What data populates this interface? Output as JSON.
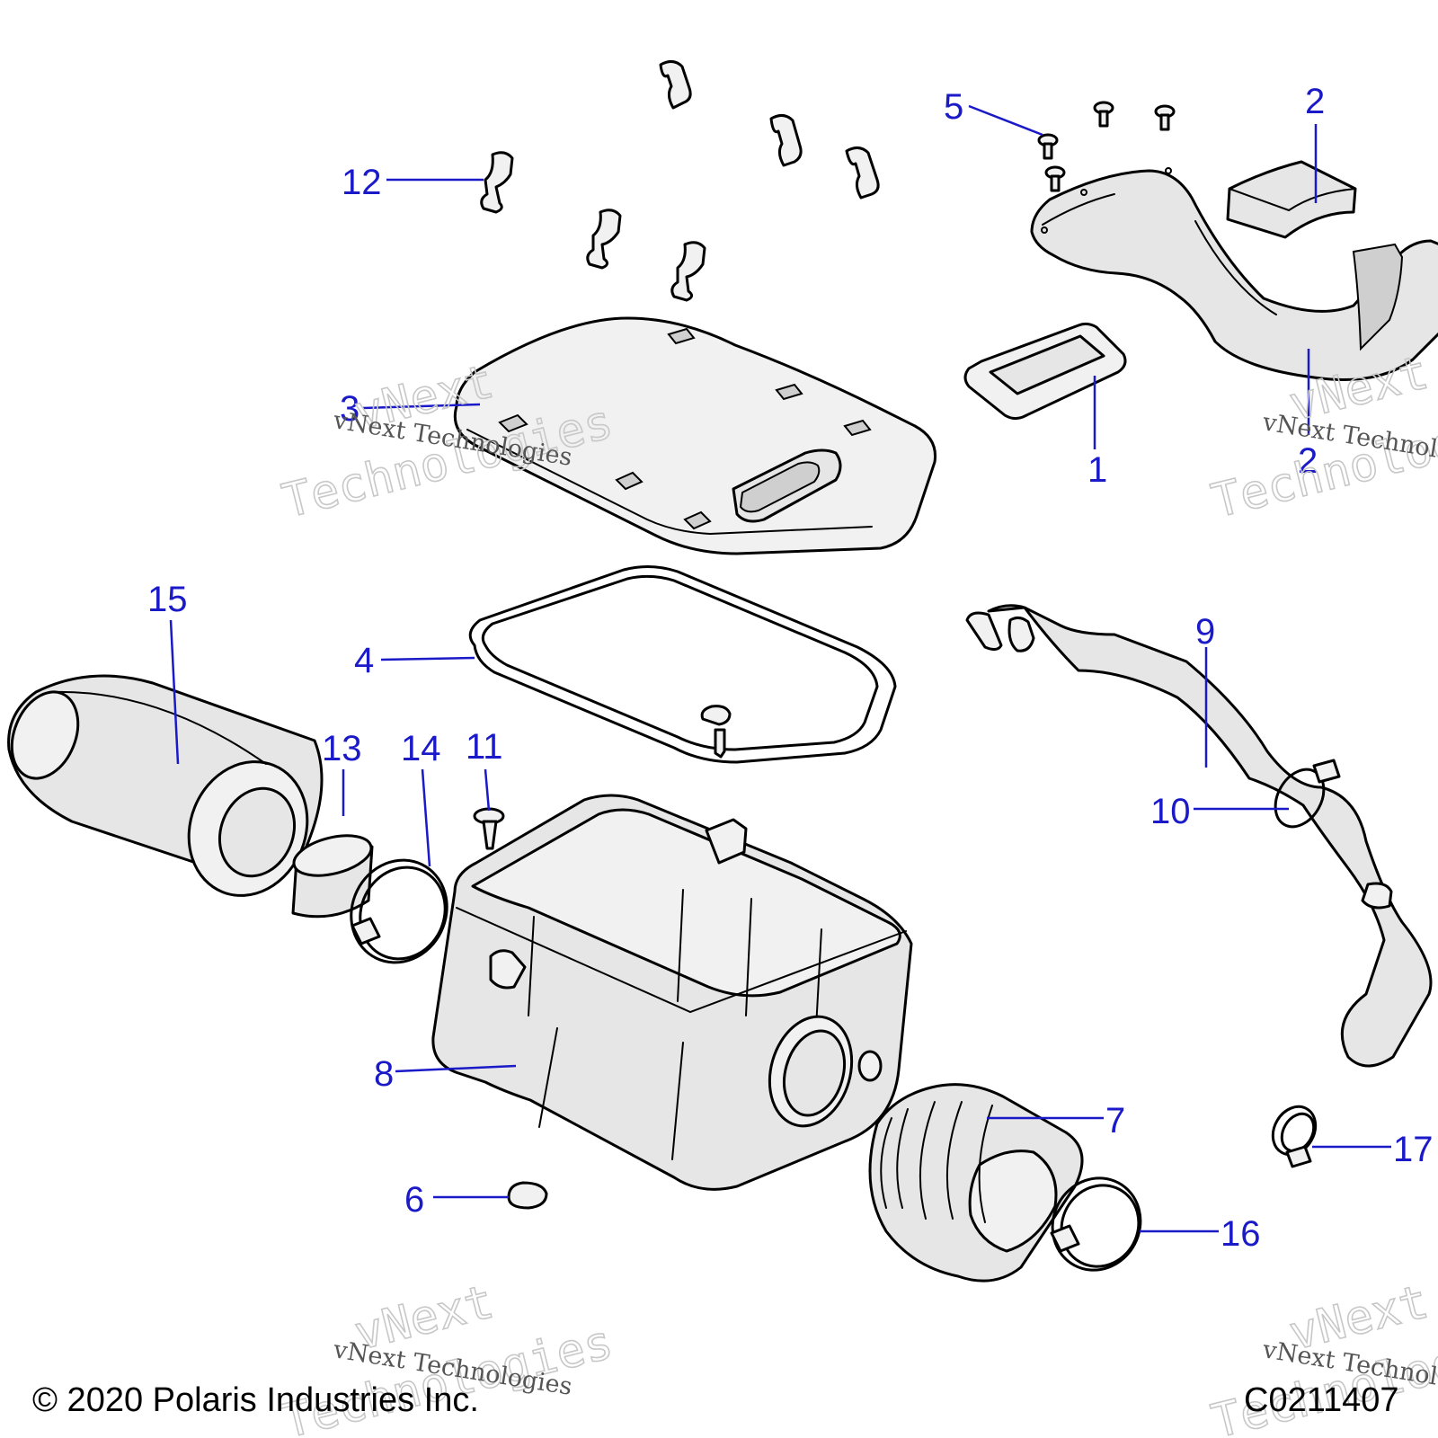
{
  "callouts": {
    "c1": "1",
    "c2a": "2",
    "c2b": "2",
    "c3": "3",
    "c4": "4",
    "c5": "5",
    "c6": "6",
    "c7": "7",
    "c8": "8",
    "c9": "9",
    "c10": "10",
    "c11": "11",
    "c12": "12",
    "c13": "13",
    "c14": "14",
    "c15": "15",
    "c16": "16",
    "c17": "17"
  },
  "watermark": {
    "line1": "vNext",
    "line2": "Technologies",
    "small": "vNext Technologies"
  },
  "footer": {
    "copyright": "© 2020 Polaris Industries Inc.",
    "diagram_code": "C0211407"
  }
}
